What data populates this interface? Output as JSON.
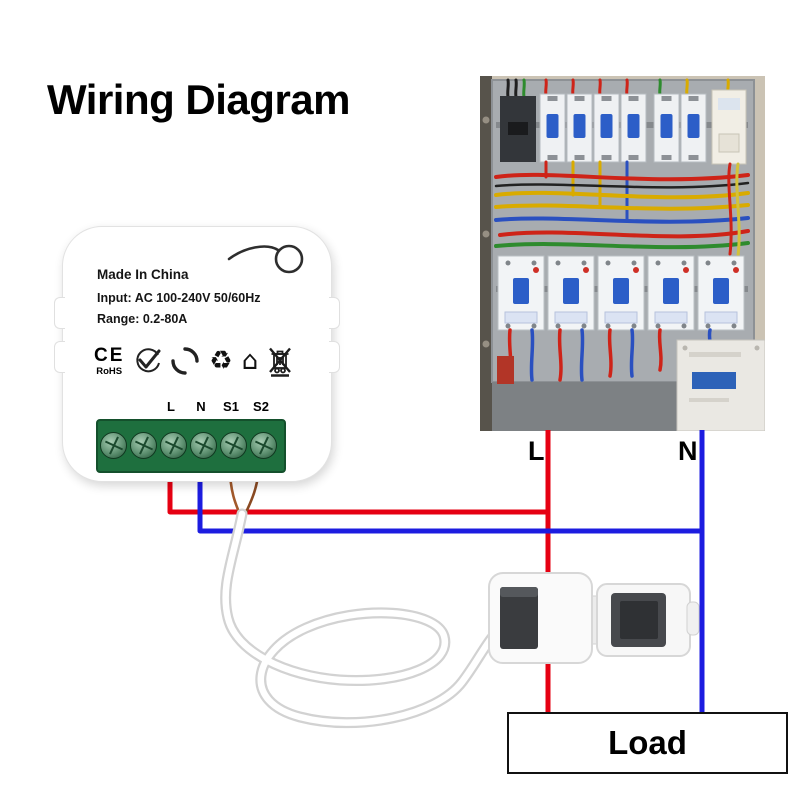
{
  "title": "Wiring Diagram",
  "device": {
    "made_in": "Made In China",
    "input_rating": "Input: AC 100-240V 50/60Hz",
    "current_range": "Range: 0.2-80A",
    "ce_mark": "CE",
    "rohs": "RoHS",
    "terminals": [
      "L",
      "N",
      "S1",
      "S2"
    ]
  },
  "panel_labels": {
    "live": "L",
    "neutral": "N"
  },
  "load_label": "Load",
  "icons": {
    "recycle_glyph": "♻",
    "house_glyph": "⌂"
  },
  "colors": {
    "live_wire": "#e60012",
    "neutral_wire": "#1c1ce0",
    "terminal_block_green": "#1e6f3e"
  }
}
